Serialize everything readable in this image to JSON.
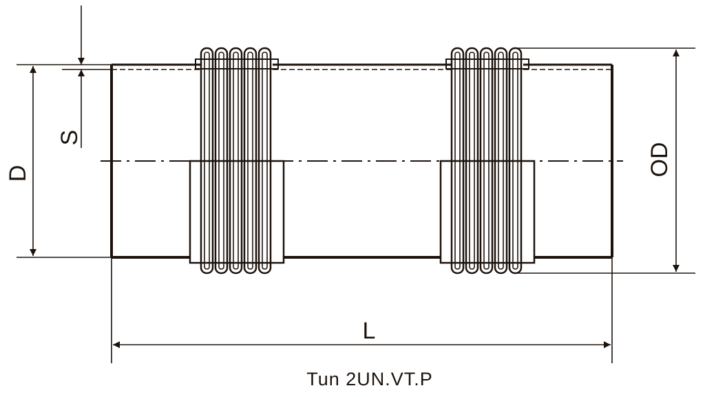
{
  "drawing": {
    "stroke_color": "#1c120c",
    "background_color": "#ffffff",
    "bellows_convolutions": 5
  },
  "labels": {
    "s": "S",
    "d": "D",
    "od": "OD",
    "l": "L"
  },
  "caption": "Tun 2UN.VT.P"
}
